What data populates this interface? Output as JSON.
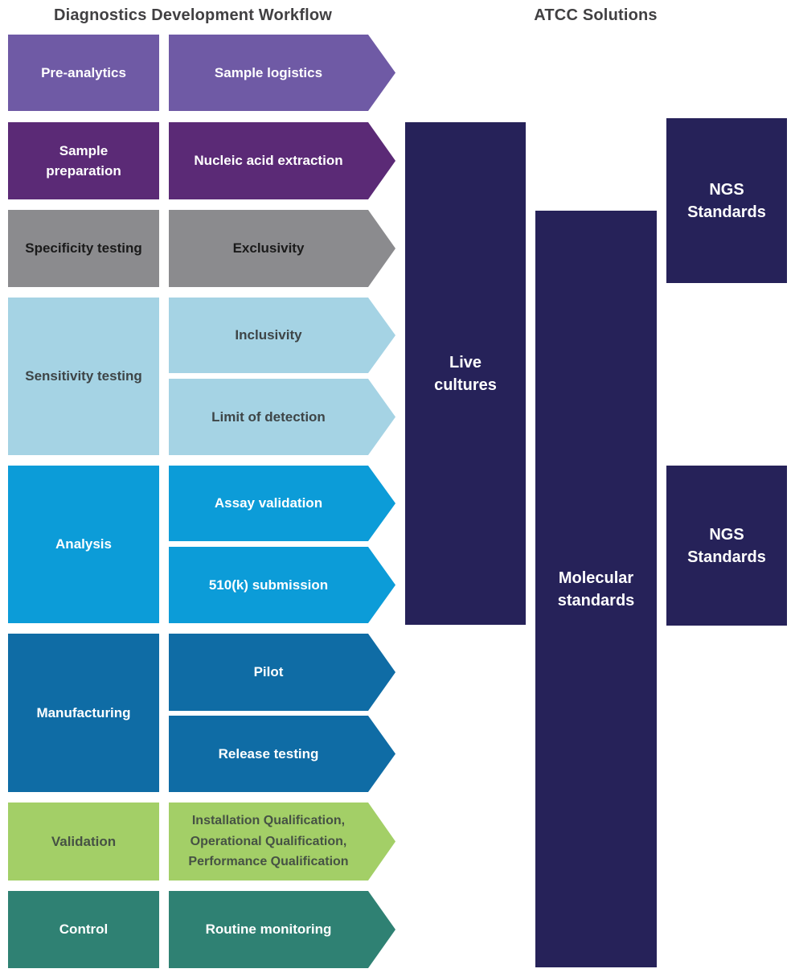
{
  "titles": {
    "workflow": "Diagnostics Development Workflow",
    "solutions": "ATCC Solutions",
    "color": "#414042"
  },
  "rows": [
    {
      "stage": "Pre-analytics",
      "steps": [
        "Sample logistics"
      ],
      "color": "#6F5AA5",
      "text_color": "#FFFFFF"
    },
    {
      "stage": "Sample\npreparation",
      "steps": [
        "Nucleic acid extraction"
      ],
      "color": "#5B2A76",
      "text_color": "#FFFFFF"
    },
    {
      "stage": "Specificity testing",
      "steps": [
        "Exclusivity"
      ],
      "color": "#8B8B8E",
      "text_color": "#1A1A1A"
    },
    {
      "stage": "Sensitivity testing",
      "steps": [
        "Inclusivity",
        "Limit of detection"
      ],
      "color": "#A5D3E4",
      "text_color": "#3E4547"
    },
    {
      "stage": "Analysis",
      "steps": [
        "Assay validation",
        "510(k) submission"
      ],
      "color": "#0C9CD8",
      "text_color": "#FFFFFF"
    },
    {
      "stage": "Manufacturing",
      "steps": [
        "Pilot",
        "Release testing"
      ],
      "color": "#0F6CA5",
      "text_color": "#FFFFFF"
    },
    {
      "stage": "Validation",
      "steps": [
        "Installation Qualification,\nOperational Qualification,\nPerformance Qualification"
      ],
      "color": "#A3CF67",
      "text_color": "#465244"
    },
    {
      "stage": "Control",
      "steps": [
        "Routine monitoring"
      ],
      "color": "#2F8173",
      "text_color": "#FFFFFF"
    }
  ],
  "solutions": {
    "color": "#262259",
    "text_color": "#FFFFFF",
    "blocks": [
      {
        "label": "Live\ncultures"
      },
      {
        "label": "Molecular\nstandards"
      },
      {
        "label": "NGS\nStandards"
      },
      {
        "label": "NGS\nStandards"
      }
    ]
  }
}
